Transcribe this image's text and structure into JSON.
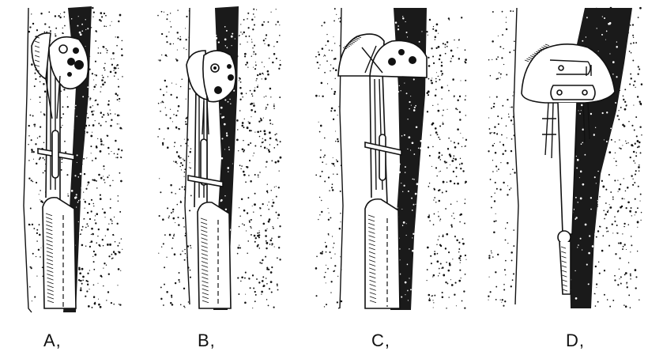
{
  "panels": [
    {
      "label": "A,",
      "variant": "offset-cam"
    },
    {
      "label": "B,",
      "variant": "single-cam"
    },
    {
      "label": "C,",
      "variant": "paired-cams"
    },
    {
      "label": "D,",
      "variant": "frontal-cams"
    }
  ],
  "colors": {
    "ink": "#111111",
    "rock": "#1a1a1a",
    "paper": "#ffffff"
  }
}
